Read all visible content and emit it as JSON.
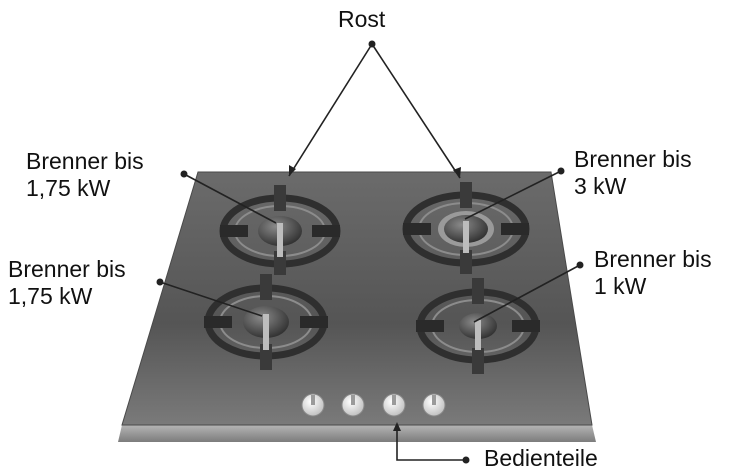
{
  "labels": {
    "grate": "Rost",
    "burner_top_left": {
      "line1": "Brenner bis",
      "line2": "1,75 kW"
    },
    "burner_top_right": {
      "line1": "Brenner bis",
      "line2": "3 kW"
    },
    "burner_bottom_left": {
      "line1": "Brenner bis",
      "line2": "1,75 kW"
    },
    "burner_bottom_right": {
      "line1": "Brenner bis",
      "line2": "1 kW"
    },
    "controls": "Bedienteile"
  },
  "colors": {
    "hob_top": "#5f5f5f",
    "hob_edge": "#9a9a9a",
    "grate": "#3a3a3a",
    "knob": "#e8e8e8",
    "line": "#222222"
  }
}
